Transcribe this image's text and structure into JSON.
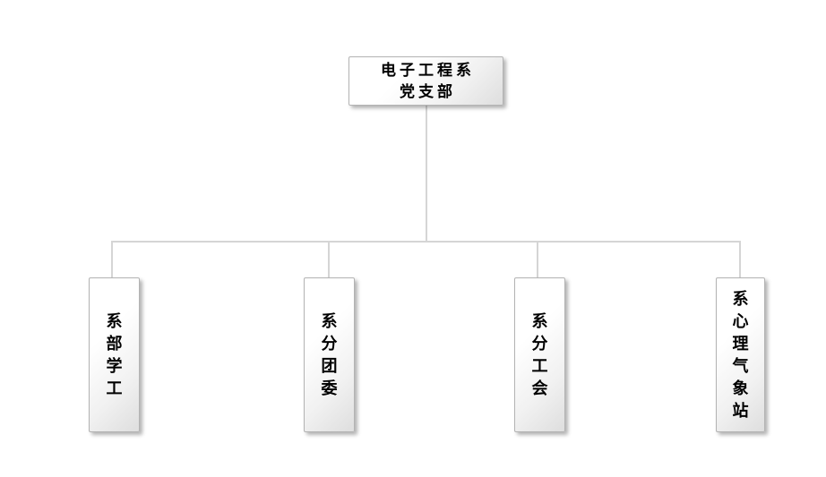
{
  "chart": {
    "type": "org-chart",
    "root": {
      "line1": "电子工程系",
      "line2": "党支部"
    },
    "children": [
      {
        "label": "系部学工"
      },
      {
        "label": "系分团委"
      },
      {
        "label": "系分工会"
      },
      {
        "label": "系心理气象站"
      }
    ],
    "colors": {
      "background": "#ffffff",
      "connector_line": "#d5d5d5",
      "box_border": "#b3b3b3",
      "box_fill_light": "#ffffff",
      "box_fill_dark": "#dedede",
      "text": "#000000"
    }
  }
}
